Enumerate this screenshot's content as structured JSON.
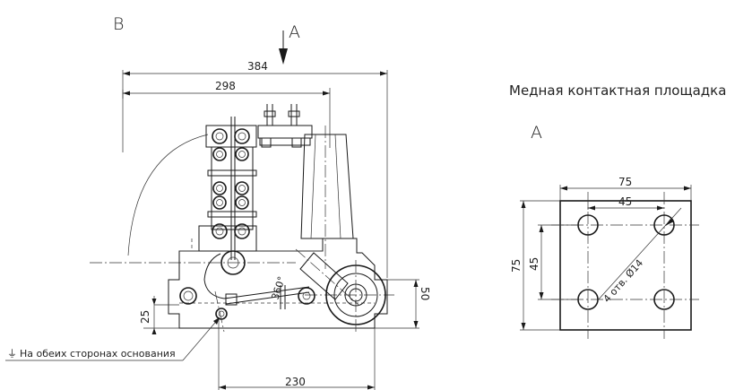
{
  "labels": {
    "view_b": "B",
    "view_a_arrow": "A",
    "section_title": "Медная контактная площадка",
    "section_view": "A",
    "ground_note": "На обеих сторонах основания",
    "ground_symbol": "⏚"
  },
  "dimensions": {
    "overall_width": "384",
    "width_298": "298",
    "base_230": "230",
    "height_25": "25",
    "height_50": "50",
    "angle_360": "360°",
    "pad_outer_width": "75",
    "pad_inner_width": "45",
    "pad_outer_height": "75",
    "pad_inner_height": "45",
    "holes_note": "4 отв. Ø14"
  }
}
